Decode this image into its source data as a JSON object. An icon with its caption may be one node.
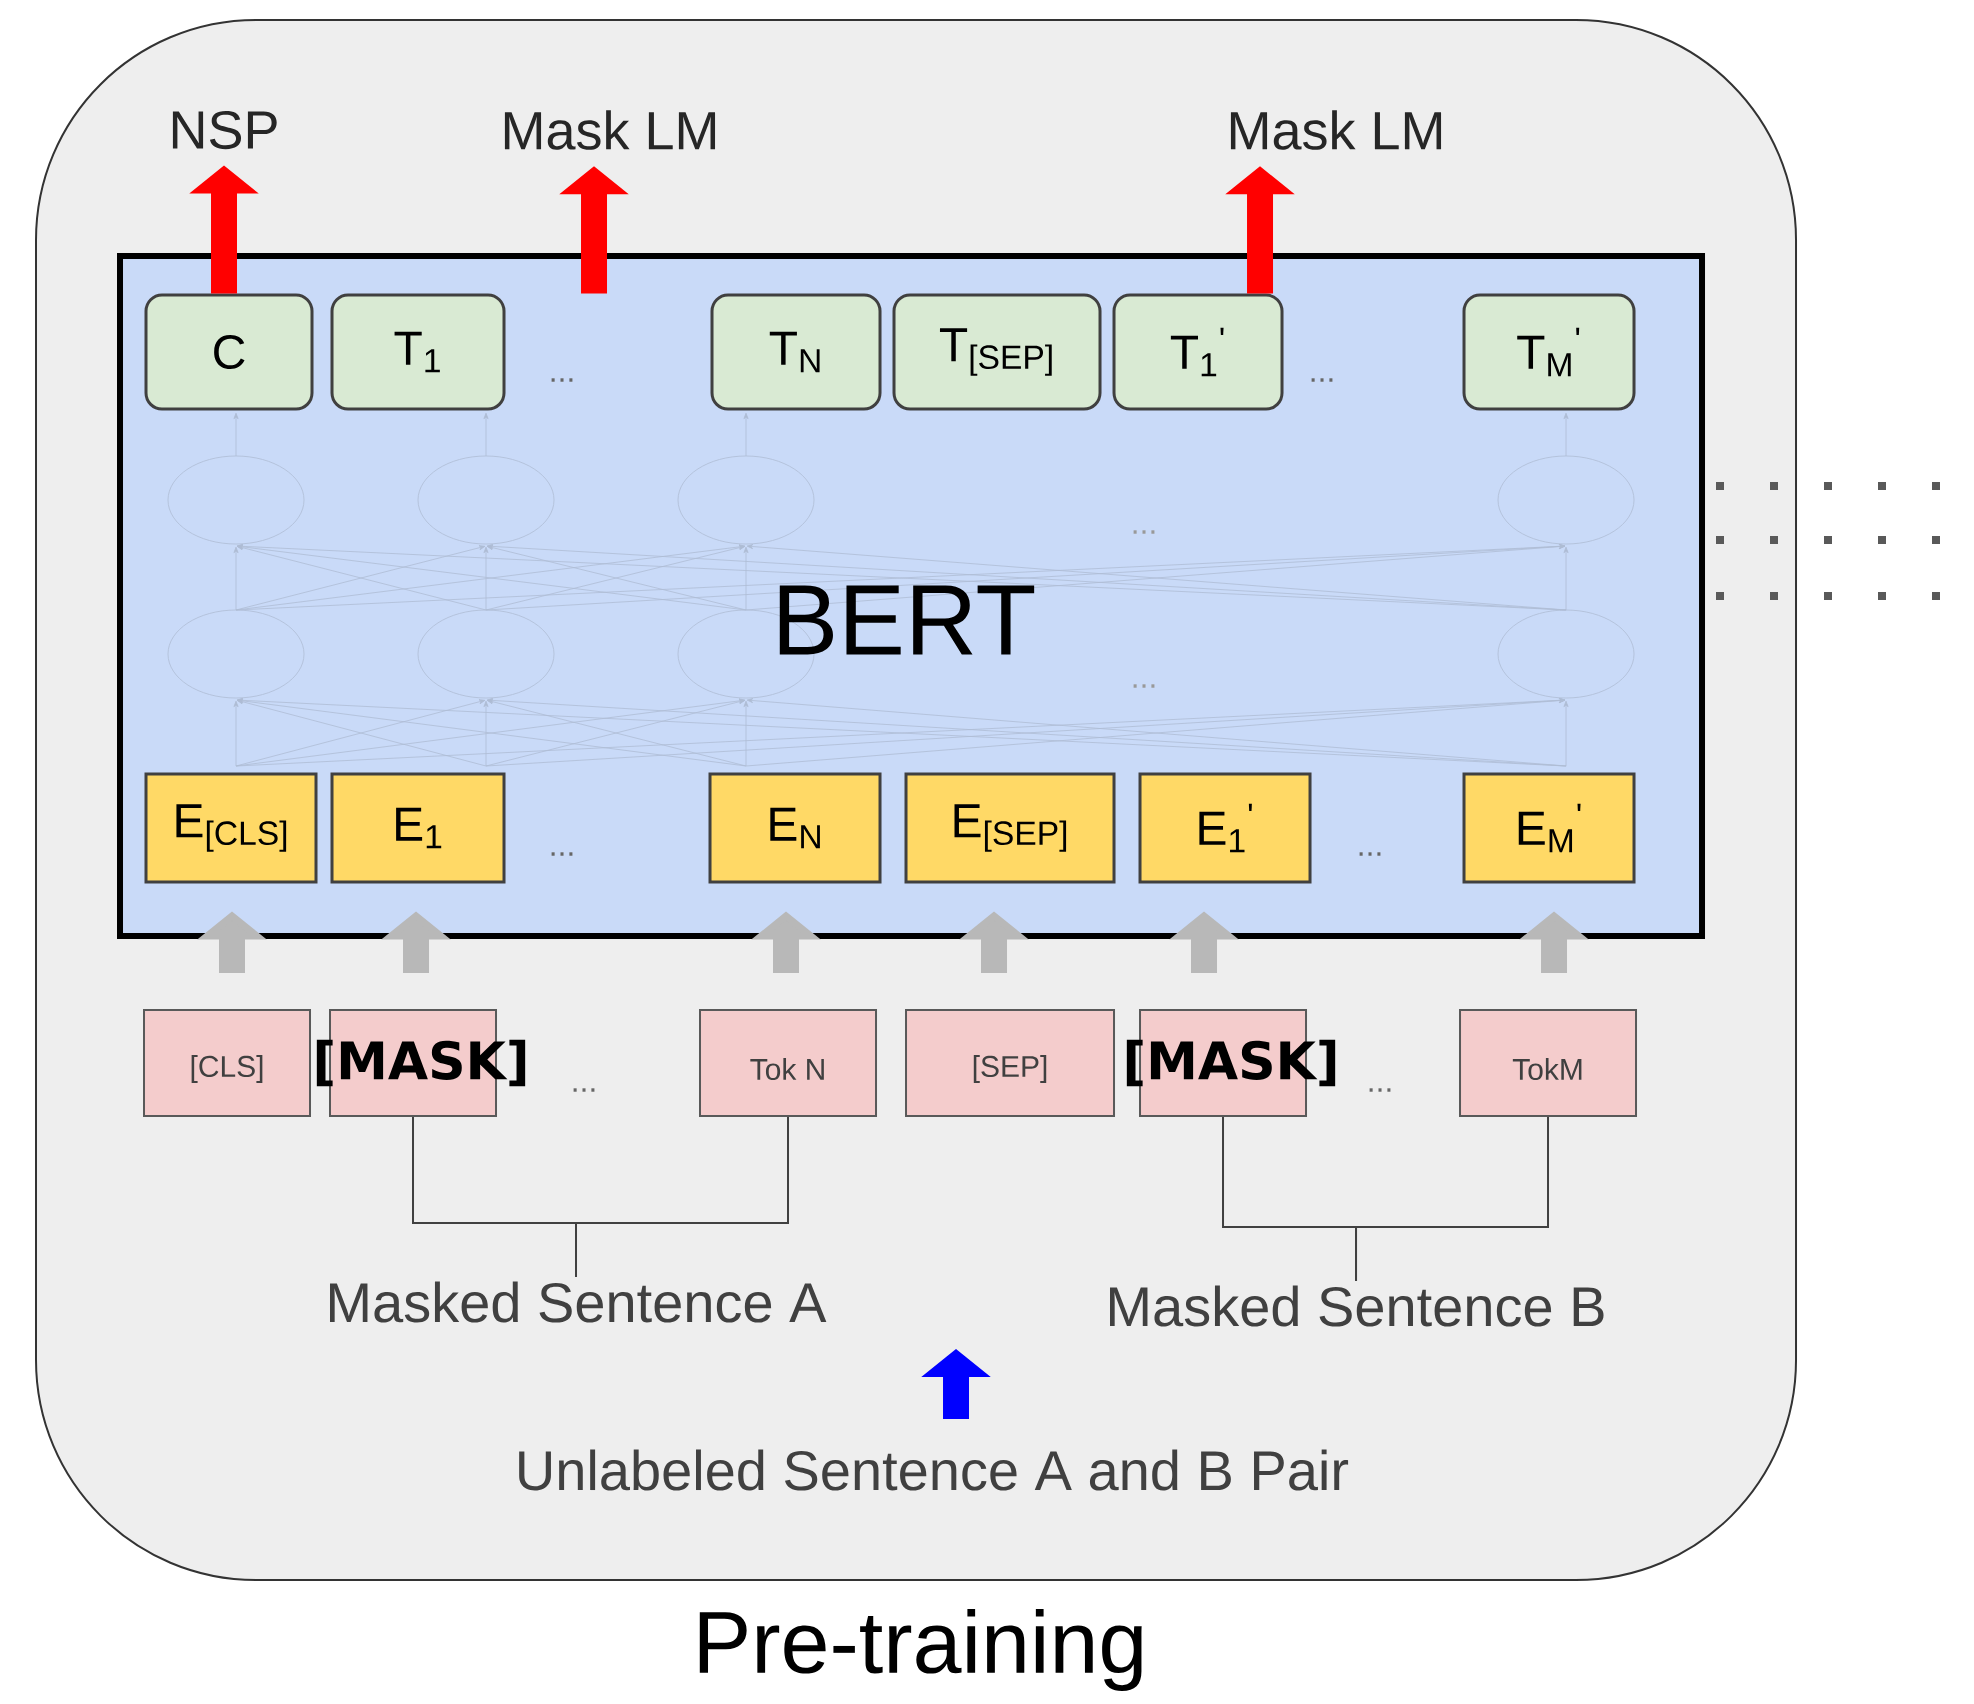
{
  "diagram": {
    "nodes": [
      {
        "text": [
          "Pre-training"
        ]
      },
      {
        "text": [
          "NSP"
        ],
        "in": 0
      },
      {
        "text": [
          "Mask LM"
        ],
        "in": 0
      },
      {
        "text": [
          "Mask LM"
        ],
        "in": 0
      },
      {
        "text": [
          "BERT"
        ],
        "in": 0
      },
      {
        "text": [
          "C"
        ],
        "in": 4
      },
      {
        "text": [
          "T$_{1}$"
        ],
        "in": 4
      },
      {
        "text": [
          "T$_{N}$"
        ],
        "in": 4
      },
      {
        "text": [
          "T$_{[SEP]}$"
        ],
        "in": 4
      },
      {
        "text": [
          "T$_{1}$$^{'}$"
        ],
        "in": 4
      },
      {
        "text": [
          "T$_{M}$$^{'}$"
        ],
        "in": 4
      },
      {
        "text": [
          "E$_{[CLS]}$"
        ],
        "in": 4
      },
      {
        "text": [
          "E$_{1}$"
        ],
        "in": 4
      },
      {
        "text": [
          "E$_{N}$"
        ],
        "in": 4
      },
      {
        "text": [
          "E$_{[SEP]}$"
        ],
        "in": 4
      },
      {
        "text": [
          "E$_{1}$$^{'}$"
        ],
        "in": 4
      },
      {
        "text": [
          "E$_{M}$$^{'}$"
        ],
        "in": 4
      },
      {
        "text": [
          "[CLS]"
        ],
        "in": 0
      },
      {
        "text": [
          "[MASK]"
        ],
        "in": 0
      },
      {
        "text": [
          "Tok N"
        ],
        "in": 0
      },
      {
        "text": [
          "[SEP]"
        ],
        "in": 0
      },
      {
        "text": [
          "[MASK]"
        ],
        "in": 0
      },
      {
        "text": [
          "TokM"
        ],
        "in": 0
      },
      {
        "text": [
          "Masked Sentence A"
        ],
        "in": 0
      },
      {
        "text": [
          "Masked Sentence B"
        ],
        "in": 0
      },
      {
        "text": [
          "Unlabeled Sentence A and B Pair"
        ],
        "in": 0
      }
    ],
    "edges": [
      {
        "from": 5,
        "to": 1,
        "arrow": "to",
        "color": "#ff0000"
      },
      {
        "from": 6,
        "to": 2,
        "arrow": "to",
        "color": "#ff0000"
      },
      {
        "from": 9,
        "to": 3,
        "arrow": "to",
        "color": "#ff0000"
      },
      {
        "from": 17,
        "to": 11,
        "arrow": "to"
      },
      {
        "from": 18,
        "to": 12,
        "arrow": "to"
      },
      {
        "from": 19,
        "to": 13,
        "arrow": "to"
      },
      {
        "from": 20,
        "to": 14,
        "arrow": "to"
      },
      {
        "from": 21,
        "to": 15,
        "arrow": "to"
      },
      {
        "from": 22,
        "to": 16,
        "arrow": "to"
      },
      {
        "from": 18,
        "to": 23,
        "arrow": "none",
        "color": "#404040"
      },
      {
        "from": 19,
        "to": 23,
        "arrow": "none",
        "color": "#404040"
      },
      {
        "from": 21,
        "to": 24,
        "arrow": "none",
        "color": "#404040"
      },
      {
        "from": 22,
        "to": 24,
        "arrow": "none",
        "color": "#404040"
      },
      {
        "from": 25,
        "to": null,
        "arrow": "to",
        "color": "#0000ff"
      }
    ],
    "labels": [
      "...",
      "...",
      "...",
      "...",
      "...",
      "...",
      "...",
      "..."
    ]
  }
}
